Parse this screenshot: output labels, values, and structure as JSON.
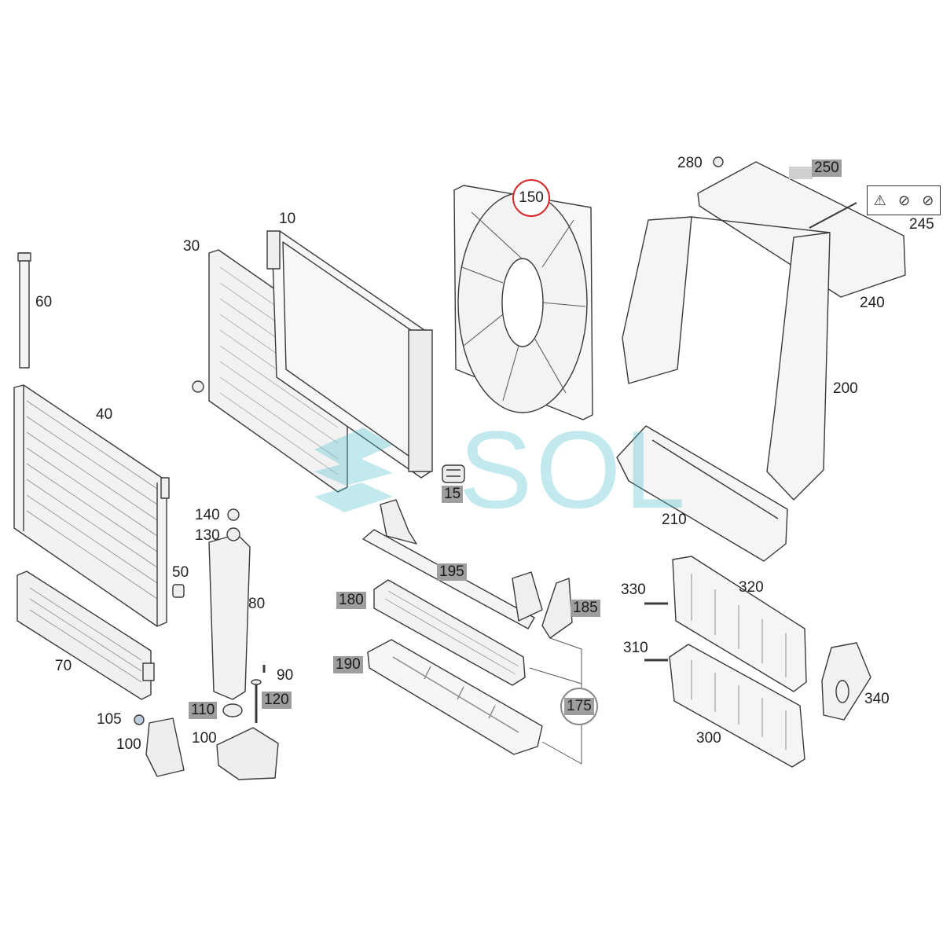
{
  "diagram": {
    "watermark_text": "SOL",
    "labels": {
      "l10": "10",
      "l15": "15",
      "l30": "30",
      "l40": "40",
      "l50": "50",
      "l60": "60",
      "l70": "70",
      "l80": "80",
      "l90": "90",
      "l100a": "100",
      "l100b": "100",
      "l105": "105",
      "l110": "110",
      "l120": "120",
      "l130": "130",
      "l140": "140",
      "l150": "150",
      "l175": "175",
      "l180": "180",
      "l185": "185",
      "l190": "190",
      "l195": "195",
      "l200": "200",
      "l210": "210",
      "l240": "240",
      "l245": "245",
      "l250": "250",
      "l280": "280",
      "l300": "300",
      "l310": "310",
      "l320": "320",
      "l330": "330",
      "l340": "340"
    },
    "icons": [
      "warning-triangle-icon",
      "no-hand-fan-icon",
      "no-tools-icon"
    ],
    "colors": {
      "highlight_circle": "#d62828",
      "label_highlight": "#9e9e9e",
      "watermark": "#4fc1cf",
      "line": "#3a3a3a"
    }
  }
}
